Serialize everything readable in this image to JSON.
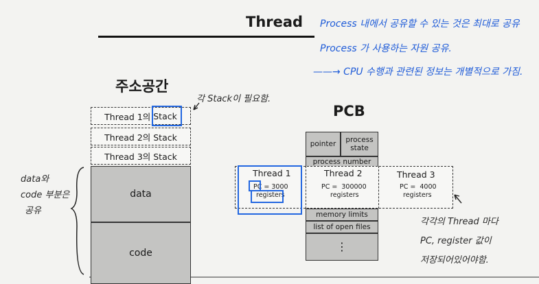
{
  "title": "Thread",
  "notes": {
    "line1": "Process 내에서 공유할 수 있는 것은 최대로 공유",
    "line2": "Process 가 사용하는 자원 공유.",
    "line3": "——→ CPU 수행과 관련된 정보는 개별적으로 가짐."
  },
  "address_space": {
    "heading": "주소공간",
    "stacks": [
      {
        "prefix": "Thread 1의 ",
        "highlight": "Stack"
      },
      {
        "label": "Thread 2의 Stack"
      },
      {
        "label": "Thread 3의 Stack"
      }
    ],
    "data_label": "data",
    "code_label": "code"
  },
  "handwritten": {
    "stack_note": "각 Stack이 필요함.",
    "share_1": "data와",
    "share_2": "code 부분은",
    "share_3": "공유",
    "reg_1": "각각의 Thread 마다",
    "reg_2": "PC, register 값이",
    "reg_3": "저장되어있어야함."
  },
  "pcb": {
    "heading": "PCB",
    "pointer": "pointer",
    "process_state": "process state",
    "process_number": "process number",
    "memory_limits": "memory limits",
    "open_files": "list of open files",
    "dots": "⋮",
    "threads": [
      {
        "name": "Thread 1",
        "pc": "PC = 3000",
        "reg": "registers"
      },
      {
        "name": "Thread 2",
        "pc": "PC =  300000",
        "reg": "registers"
      },
      {
        "name": "Thread 3",
        "pc": "PC =  4000",
        "reg": "registers"
      }
    ]
  },
  "colors": {
    "annotation": "#2166e0",
    "block_fill": "#c4c4c2"
  }
}
